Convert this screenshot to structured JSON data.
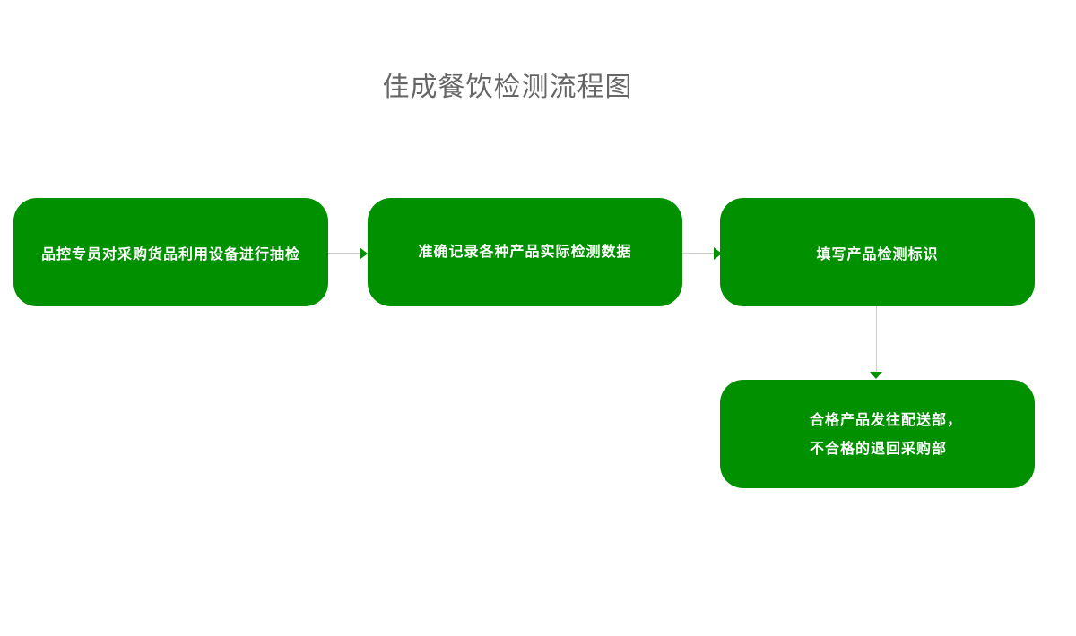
{
  "title": "佳成餐饮检测流程图",
  "steps": [
    {
      "label": "品控专员对采购货品利用设备进行抽检"
    },
    {
      "label": "准确记录各种产品实际检测数据"
    },
    {
      "label": "填写产品检测标识"
    },
    {
      "lines": [
        "合格产品发往配送部，",
        "不合格的退回采购部"
      ]
    }
  ],
  "colors": {
    "node": "#009000",
    "connector": "#cccccc",
    "title": "#666666"
  }
}
